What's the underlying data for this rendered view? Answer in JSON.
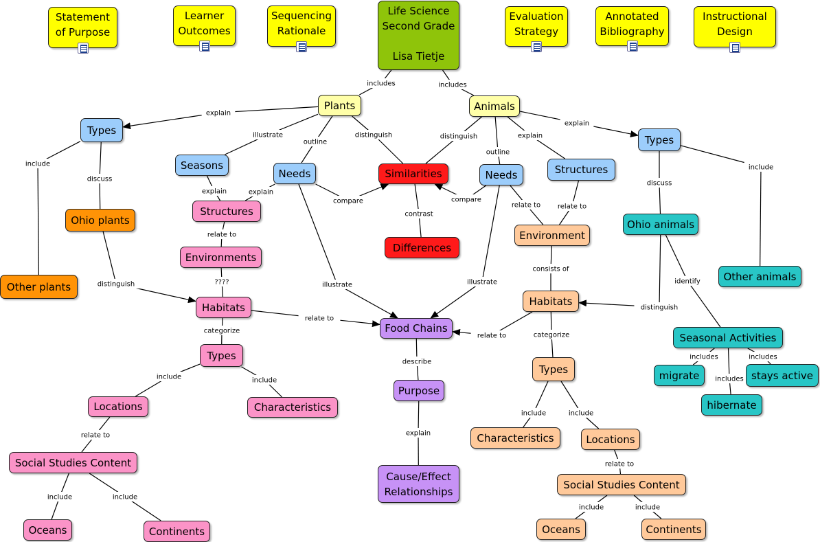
{
  "colors": {
    "yellow": "#ffff00",
    "green": "#8fc40a",
    "lightyellow": "#ffffa8",
    "blue": "#9ccdfb",
    "red": "#ff1a1a",
    "orange": "#ff9306",
    "pink": "#fb93c7",
    "purple": "#c792f6",
    "peach": "#ffc99a",
    "teal": "#28c6c6"
  },
  "nodes": [
    {
      "id": "stmt",
      "label": "Statement\nof Purpose",
      "color": "yellow",
      "doc": true,
      "icon": "document-icon"
    },
    {
      "id": "learner",
      "label": "Learner\nOutcomes",
      "color": "yellow",
      "doc": true,
      "icon": "document-icon"
    },
    {
      "id": "seqrat",
      "label": "Sequencing\nRationale",
      "color": "yellow",
      "doc": true,
      "icon": "document-icon"
    },
    {
      "id": "root",
      "label": "Life Science\nSecond Grade\n\nLisa Tietje",
      "color": "green"
    },
    {
      "id": "evalstrat",
      "label": "Evaluation\nStrategy",
      "color": "yellow",
      "doc": true,
      "icon": "document-icon"
    },
    {
      "id": "annbib",
      "label": "Annotated\nBibliography",
      "color": "yellow",
      "doc": true,
      "icon": "document-icon"
    },
    {
      "id": "instdes",
      "label": "Instructional\nDesign",
      "color": "yellow",
      "doc": true,
      "icon": "document-icon"
    },
    {
      "id": "plants",
      "label": "Plants",
      "color": "lightyellow"
    },
    {
      "id": "animals",
      "label": "Animals",
      "color": "lightyellow"
    },
    {
      "id": "ptypes",
      "label": "Types",
      "color": "blue"
    },
    {
      "id": "seasons",
      "label": "Seasons",
      "color": "blue"
    },
    {
      "id": "pneeds",
      "label": "Needs",
      "color": "blue"
    },
    {
      "id": "similar",
      "label": "Similarities",
      "color": "red"
    },
    {
      "id": "aneeds",
      "label": "Needs",
      "color": "blue"
    },
    {
      "id": "astruct",
      "label": "Structures",
      "color": "blue"
    },
    {
      "id": "atypes",
      "label": "Types",
      "color": "blue"
    },
    {
      "id": "ohioplants",
      "label": "Ohio plants",
      "color": "orange"
    },
    {
      "id": "pstruct",
      "label": "Structures",
      "color": "pink"
    },
    {
      "id": "diff",
      "label": "Differences",
      "color": "red"
    },
    {
      "id": "aenv",
      "label": "Environment",
      "color": "peach"
    },
    {
      "id": "ohioanimals",
      "label": "Ohio animals",
      "color": "teal"
    },
    {
      "id": "penv",
      "label": "Environments",
      "color": "pink"
    },
    {
      "id": "othanimals",
      "label": "Other animals",
      "color": "teal"
    },
    {
      "id": "othplants",
      "label": "Other plants",
      "color": "orange"
    },
    {
      "id": "phab",
      "label": "Habitats",
      "color": "pink"
    },
    {
      "id": "ahab",
      "label": "Habitats",
      "color": "peach"
    },
    {
      "id": "foodchains",
      "label": "Food Chains",
      "color": "purple"
    },
    {
      "id": "seasonal",
      "label": "Seasonal Activities",
      "color": "teal"
    },
    {
      "id": "ptypes2",
      "label": "Types",
      "color": "pink"
    },
    {
      "id": "atypes2",
      "label": "Types",
      "color": "peach"
    },
    {
      "id": "migrate",
      "label": "migrate",
      "color": "teal"
    },
    {
      "id": "staysactive",
      "label": "stays active",
      "color": "teal"
    },
    {
      "id": "purpose",
      "label": "Purpose",
      "color": "purple"
    },
    {
      "id": "hibernate",
      "label": "hibernate",
      "color": "teal"
    },
    {
      "id": "plocations",
      "label": "Locations",
      "color": "pink"
    },
    {
      "id": "pchar",
      "label": "Characteristics",
      "color": "pink"
    },
    {
      "id": "achar",
      "label": "Characteristics",
      "color": "peach"
    },
    {
      "id": "alocations",
      "label": "Locations",
      "color": "peach"
    },
    {
      "id": "psocial",
      "label": "Social Studies Content",
      "color": "pink"
    },
    {
      "id": "causeeffect",
      "label": "Cause/Effect\nRelationships",
      "color": "purple"
    },
    {
      "id": "asocial",
      "label": "Social Studies Content",
      "color": "peach"
    },
    {
      "id": "poceans",
      "label": "Oceans",
      "color": "pink"
    },
    {
      "id": "pcontinents",
      "label": "Continents",
      "color": "pink"
    },
    {
      "id": "aoceans",
      "label": "Oceans",
      "color": "peach"
    },
    {
      "id": "acontinents",
      "label": "Continents",
      "color": "peach"
    }
  ],
  "edges": [
    {
      "from": "root",
      "to": "plants",
      "label": "includes"
    },
    {
      "from": "root",
      "to": "animals",
      "label": "includes"
    },
    {
      "from": "plants",
      "to": "ptypes",
      "label": "explain",
      "arrow": true
    },
    {
      "from": "plants",
      "to": "seasons",
      "label": "illustrate"
    },
    {
      "from": "plants",
      "to": "pneeds",
      "label": "outline"
    },
    {
      "from": "plants",
      "to": "similar",
      "label": "distinguish"
    },
    {
      "from": "animals",
      "to": "similar",
      "label": "distinguish"
    },
    {
      "from": "animals",
      "to": "aneeds",
      "label": "outline"
    },
    {
      "from": "animals",
      "to": "astruct",
      "label": "explain"
    },
    {
      "from": "animals",
      "to": "atypes",
      "label": "explain",
      "arrow": true
    },
    {
      "from": "ptypes",
      "to": "othplants",
      "label": "include"
    },
    {
      "from": "ptypes",
      "to": "ohioplants",
      "label": "discuss"
    },
    {
      "from": "seasons",
      "to": "pstruct",
      "label": "explain"
    },
    {
      "from": "pneeds",
      "to": "pstruct",
      "label": "explain"
    },
    {
      "from": "pneeds",
      "to": "similar",
      "label": "compare",
      "arrow": true
    },
    {
      "from": "aneeds",
      "to": "similar",
      "label": "compare",
      "arrow": true
    },
    {
      "from": "similar",
      "to": "diff",
      "label": "contrast"
    },
    {
      "from": "aneeds",
      "to": "aenv",
      "label": "relate to"
    },
    {
      "from": "astruct",
      "to": "aenv",
      "label": "relate to"
    },
    {
      "from": "atypes",
      "to": "ohioanimals",
      "label": "discuss"
    },
    {
      "from": "atypes",
      "to": "othanimals",
      "label": "include"
    },
    {
      "from": "pstruct",
      "to": "penv",
      "label": "relate to"
    },
    {
      "from": "penv",
      "to": "phab",
      "label": "????"
    },
    {
      "from": "ohioplants",
      "to": "phab",
      "label": "distinguish",
      "arrow": true
    },
    {
      "from": "aenv",
      "to": "ahab",
      "label": "consists of"
    },
    {
      "from": "ohioanimals",
      "to": "ahab",
      "label": "distinguish",
      "arrow": true
    },
    {
      "from": "ohioanimals",
      "to": "seasonal",
      "label": "identify"
    },
    {
      "from": "pneeds",
      "to": "foodchains",
      "label": "illustrate",
      "arrow": true
    },
    {
      "from": "aneeds",
      "to": "foodchains",
      "label": "illustrate",
      "arrow": true
    },
    {
      "from": "phab",
      "to": "foodchains",
      "label": "relate to",
      "arrow": true
    },
    {
      "from": "ahab",
      "to": "foodchains",
      "label": "relate to",
      "arrow": true
    },
    {
      "from": "phab",
      "to": "ptypes2",
      "label": "categorize"
    },
    {
      "from": "ahab",
      "to": "atypes2",
      "label": "categorize"
    },
    {
      "from": "foodchains",
      "to": "purpose",
      "label": "describe"
    },
    {
      "from": "purpose",
      "to": "causeeffect",
      "label": "explain"
    },
    {
      "from": "seasonal",
      "to": "migrate",
      "label": "includes"
    },
    {
      "from": "seasonal",
      "to": "hibernate",
      "label": "includes"
    },
    {
      "from": "seasonal",
      "to": "staysactive",
      "label": "includes"
    },
    {
      "from": "ptypes2",
      "to": "plocations",
      "label": "include"
    },
    {
      "from": "ptypes2",
      "to": "pchar",
      "label": "include"
    },
    {
      "from": "atypes2",
      "to": "achar",
      "label": "include"
    },
    {
      "from": "atypes2",
      "to": "alocations",
      "label": "include"
    },
    {
      "from": "plocations",
      "to": "psocial",
      "label": "relate to"
    },
    {
      "from": "alocations",
      "to": "asocial",
      "label": "relate to"
    },
    {
      "from": "psocial",
      "to": "poceans",
      "label": "include"
    },
    {
      "from": "psocial",
      "to": "pcontinents",
      "label": "include"
    },
    {
      "from": "asocial",
      "to": "aoceans",
      "label": "include"
    },
    {
      "from": "asocial",
      "to": "acontinents",
      "label": "include"
    }
  ]
}
